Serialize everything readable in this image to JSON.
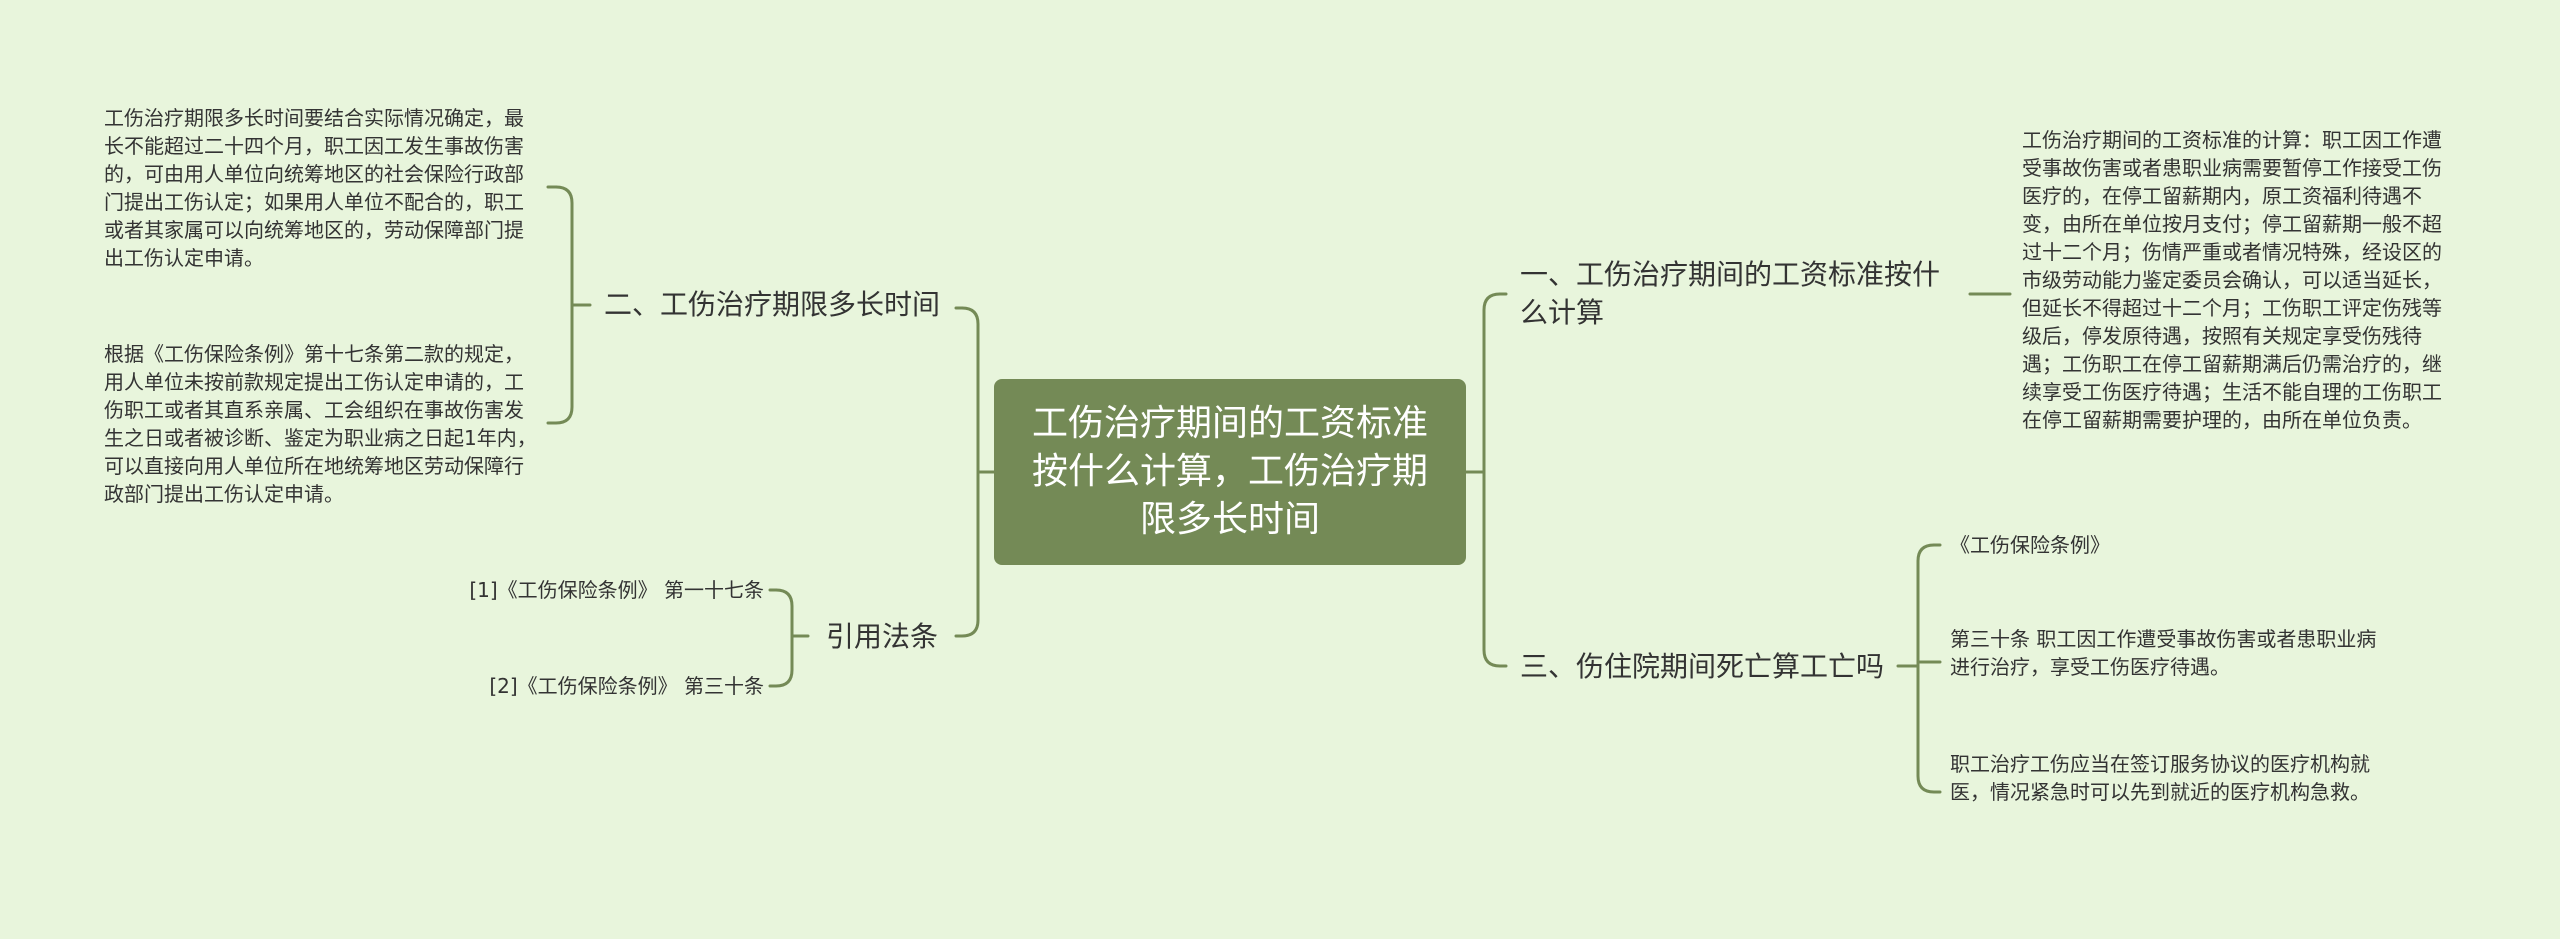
{
  "root": {
    "title": "工伤治疗期间的工资标准按什么计算，工伤治疗期限多长时间"
  },
  "left": {
    "branch2": {
      "label": "二、工伤治疗期限多长时间",
      "leaf1": "工伤治疗期限多长时间要结合实际情况确定，最长不能超过二十四个月，职工因工发生事故伤害的，可由用人单位向统筹地区的社会保险行政部门提出工伤认定；如果用人单位不配合的，职工或者其家属可以向统筹地区的，劳动保障部门提出工伤认定申请。",
      "leaf2": "根据《工伤保险条例》第十七条第二款的规定，用人单位未按前款规定提出工伤认定申请的，工伤职工或者其直系亲属、工会组织在事故伤害发生之日或者被诊断、鉴定为职业病之日起1年内，可以直接向用人单位所在地统筹地区劳动保障行政部门提出工伤认定申请。"
    },
    "citations": {
      "label": "引用法条",
      "items": [
        "[1]《工伤保险条例》 第一十七条",
        "[2]《工伤保险条例》 第三十条"
      ]
    }
  },
  "right": {
    "branch1": {
      "label": "一、工伤治疗期间的工资标准按什么计算",
      "leaf": "工伤治疗期间的工资标准的计算：职工因工作遭受事故伤害或者患职业病需要暂停工作接受工伤医疗的，在停工留薪期内，原工资福利待遇不变，由所在单位按月支付；停工留薪期一般不超过十二个月；伤情严重或者情况特殊，经设区的市级劳动能力鉴定委员会确认，可以适当延长，但延长不得超过十二个月；工伤职工评定伤残等级后，停发原待遇，按照有关规定享受伤残待遇；工伤职工在停工留薪期满后仍需治疗的，继续享受工伤医疗待遇；生活不能自理的工伤职工在停工留薪期需要护理的，由所在单位负责。"
    },
    "branch3": {
      "label": "三、伤住院期间死亡算工亡吗",
      "items": [
        "《工伤保险条例》",
        "第三十条  职工因工作遭受事故伤害或者患职业病进行治疗，享受工伤医疗待遇。",
        "职工治疗工伤应当在签订服务协议的医疗机构就医，情况紧急时可以先到就近的医疗机构急救。"
      ]
    }
  },
  "colors": {
    "background": "#e8f5dc",
    "root": "#748a56",
    "line": "#748a56"
  }
}
